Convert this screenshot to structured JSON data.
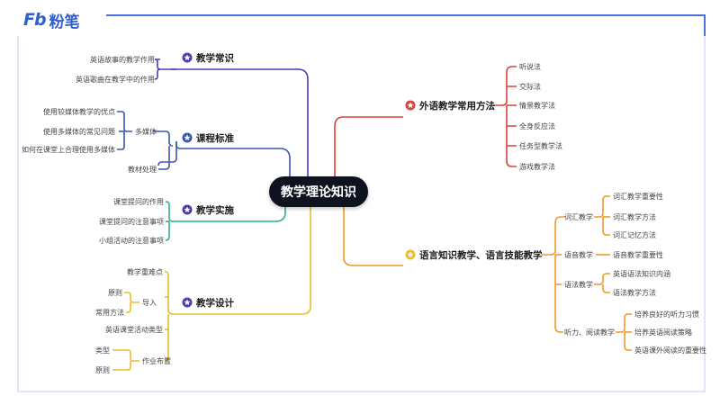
{
  "brand": {
    "mark": "Fb",
    "name": "粉笔"
  },
  "center": {
    "label": "教学理论知识"
  },
  "colors": {
    "purple": "#4a3fb0",
    "blue": "#3b55b5",
    "green": "#2fb37a",
    "yellow": "#e8be2a",
    "red": "#d9443a",
    "orange": "#ee9a2b",
    "frame": "#4a6fe0",
    "leaf": "#444444"
  },
  "branches": {
    "b1": {
      "title": "教学常识",
      "items": [
        "英语故事的教学作用",
        "英语歌曲在教学中的作用"
      ]
    },
    "b2": {
      "title": "课程标准",
      "sub": "多媒体",
      "subitems": [
        "使用较媒体教学的优点",
        "使用多媒体的常见问题",
        "如何在课堂上合理使用多媒体"
      ],
      "item": "教材处理"
    },
    "b3": {
      "title": "教学实施",
      "items": [
        "课堂提问的作用",
        "课堂提问的注意事项",
        "小组活动的注意事项"
      ]
    },
    "b4": {
      "title": "教学设计",
      "top": "教学重难点",
      "sub1": "导入",
      "sub1items": [
        "原则",
        "常用方法"
      ],
      "mid": "英语课堂活动类型",
      "sub2": "作业布置",
      "sub2items": [
        "类型",
        "原则"
      ]
    },
    "b5": {
      "title": "外语教学常用方法",
      "items": [
        "听说法",
        "交际法",
        "情景教学法",
        "全身反应法",
        "任务型教学法",
        "游戏教学法"
      ]
    },
    "b6": {
      "title": "语言知识教学、语言技能教学",
      "groups": [
        {
          "label": "词汇教学",
          "items": [
            "词汇教学重要性",
            "词汇教学方法",
            "词汇记忆方法"
          ]
        },
        {
          "label": "语音教学",
          "items": [
            "语音教学重要性"
          ]
        },
        {
          "label": "语法教学",
          "items": [
            "英语语法知识内涵",
            "语法教学方法"
          ]
        },
        {
          "label": "听力、阅读教学",
          "items": [
            "培养良好的听力习惯",
            "培养英语阅读策略",
            "英语课外阅读的重要性"
          ]
        }
      ]
    }
  }
}
